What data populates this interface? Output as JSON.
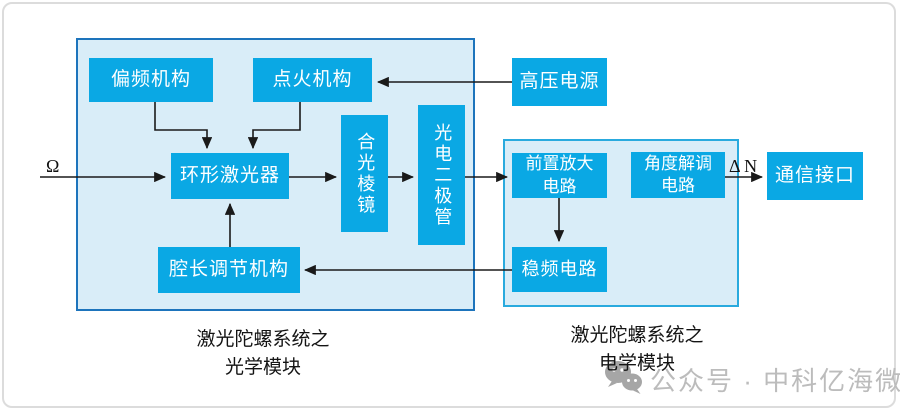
{
  "labels": {
    "input": "Ω",
    "output": "Δ N"
  },
  "modules": {
    "optical": {
      "caption_line1": "激光陀螺系统之",
      "caption_line2": "光学模块",
      "blocks": {
        "bias": "偏频机构",
        "ignition": "点火机构",
        "ring_laser": "环形激光器",
        "prism": "合光棱镜",
        "photodiode": "光电二极管",
        "cavity_adjust": "腔长调节机构"
      }
    },
    "electrical": {
      "caption_line1": "激光陀螺系统之",
      "caption_line2": "电学模块",
      "blocks": {
        "preamp_line1": "前置放大",
        "preamp_line2": "电路",
        "demod_line1": "角度解调",
        "demod_line2": "电路",
        "freq_stab": "稳频电路"
      }
    }
  },
  "external": {
    "hv_power": "高压电源",
    "comm_interface": "通信接口"
  },
  "watermark": {
    "icon": "wechat-icon",
    "text": "公众号 · 中科亿海微"
  },
  "colors": {
    "block_fill": "#0aa8e4",
    "module_fill": "#d9edf8",
    "optical_border": "#1d74bc",
    "electrical_border": "#29aade",
    "arrow": "#1a1a1a",
    "watermark_gray": "#bcbcbc",
    "frame_gray": "#dcdcdc"
  }
}
